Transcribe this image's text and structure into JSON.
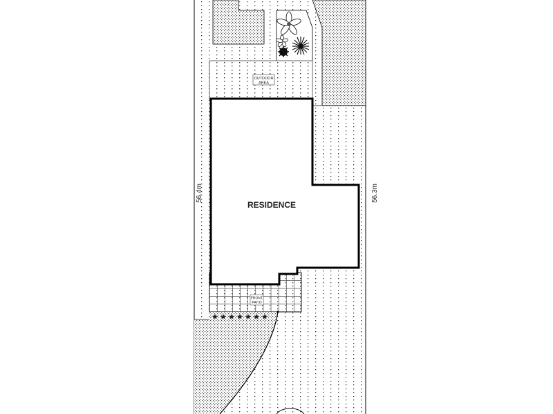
{
  "plan": {
    "residence_label": "RESIDENCE",
    "outdoor_area_line1": "OUTDOOR",
    "outdoor_area_line2": "AREA",
    "front_patio_line1": "FRONT",
    "front_patio_line2": "PATIO",
    "left_boundary_length": "56.4m",
    "right_boundary_length": "56.3m"
  },
  "colors": {
    "line": "#000000",
    "background": "#ffffff"
  }
}
